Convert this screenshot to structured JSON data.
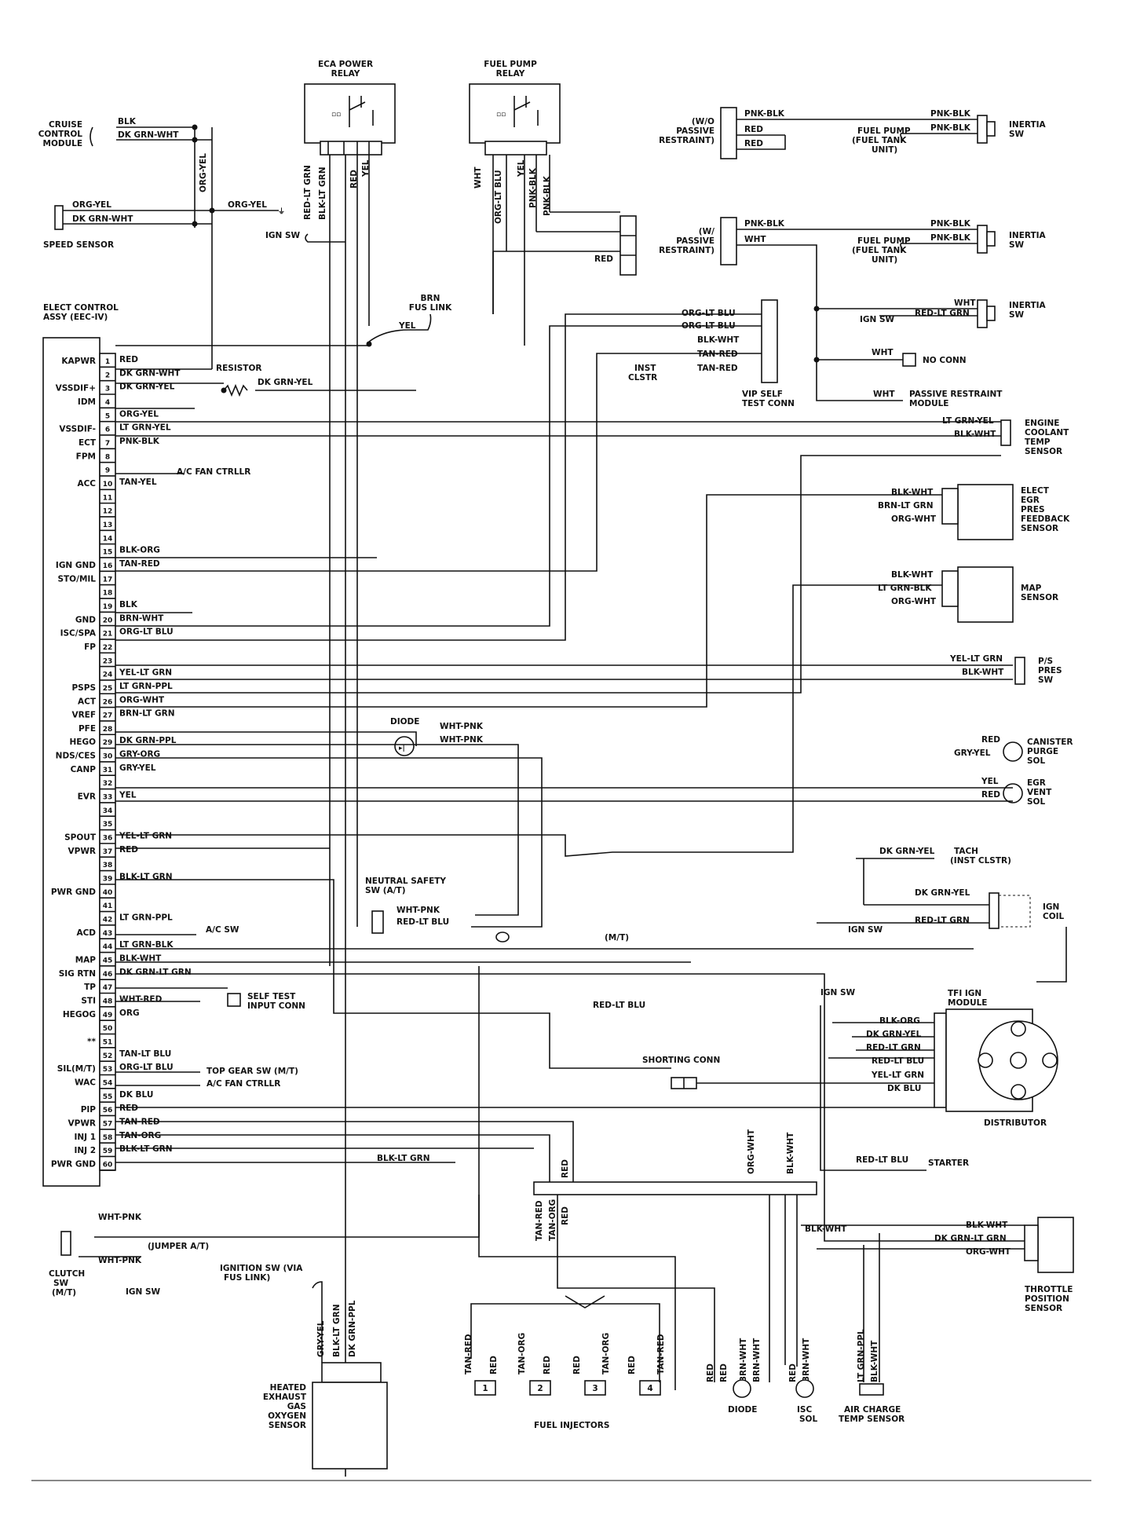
{
  "relays": {
    "eca": "ECA POWER\nRELAY",
    "fuel_pump": "FUEL PUMP\nRELAY",
    "eca_wires": [
      "RED-LT GRN",
      "BLK-LT GRN",
      "RED",
      "YEL"
    ],
    "fp_wires": [
      "WHT",
      "ORG-LT BLU",
      "YEL",
      "PNK-BLK",
      "PNK-BLK"
    ]
  },
  "cruise": {
    "label": "CRUISE\nCONTROL\nMODULE",
    "w1": "BLK",
    "w2": "DK GRN-WHT",
    "vert": "ORG-YEL"
  },
  "speed_sensor": {
    "label": "SPEED SENSOR",
    "w1": "ORG-YEL",
    "w2": "DK GRN-WHT",
    "ground_wire": "ORG-YEL"
  },
  "ign_sw": "IGN SW",
  "eec": {
    "title": "ELECT CONTROL\nASSY (EEC-IV)",
    "pins": [
      {
        "n": "1",
        "name": "KAPWR",
        "wire": "RED"
      },
      {
        "n": "2",
        "name": "",
        "wire": "DK GRN-WHT"
      },
      {
        "n": "3",
        "name": "VSSDIF+",
        "wire": "DK GRN-YEL"
      },
      {
        "n": "4",
        "name": "IDM",
        "wire": ""
      },
      {
        "n": "5",
        "name": "",
        "wire": "ORG-YEL"
      },
      {
        "n": "6",
        "name": "VSSDIF-",
        "wire": "LT GRN-YEL"
      },
      {
        "n": "7",
        "name": "ECT",
        "wire": "PNK-BLK"
      },
      {
        "n": "8",
        "name": "FPM",
        "wire": ""
      },
      {
        "n": "9",
        "name": "",
        "wire": ""
      },
      {
        "n": "10",
        "name": "ACC",
        "wire": "TAN-YEL"
      },
      {
        "n": "11",
        "name": "",
        "wire": ""
      },
      {
        "n": "12",
        "name": "",
        "wire": ""
      },
      {
        "n": "13",
        "name": "",
        "wire": ""
      },
      {
        "n": "14",
        "name": "",
        "wire": ""
      },
      {
        "n": "15",
        "name": "",
        "wire": "BLK-ORG"
      },
      {
        "n": "16",
        "name": "IGN GND",
        "wire": "TAN-RED"
      },
      {
        "n": "17",
        "name": "STO/MIL",
        "wire": ""
      },
      {
        "n": "18",
        "name": "",
        "wire": ""
      },
      {
        "n": "19",
        "name": "",
        "wire": "BLK"
      },
      {
        "n": "20",
        "name": "GND",
        "wire": "BRN-WHT"
      },
      {
        "n": "21",
        "name": "ISC/SPA",
        "wire": "ORG-LT BLU"
      },
      {
        "n": "22",
        "name": "FP",
        "wire": ""
      },
      {
        "n": "23",
        "name": "",
        "wire": ""
      },
      {
        "n": "24",
        "name": "",
        "wire": "YEL-LT GRN"
      },
      {
        "n": "25",
        "name": "PSPS",
        "wire": "LT GRN-PPL"
      },
      {
        "n": "26",
        "name": "ACT",
        "wire": "ORG-WHT"
      },
      {
        "n": "27",
        "name": "VREF",
        "wire": "BRN-LT GRN"
      },
      {
        "n": "28",
        "name": "PFE",
        "wire": ""
      },
      {
        "n": "29",
        "name": "HEGO",
        "wire": "DK GRN-PPL"
      },
      {
        "n": "30",
        "name": "NDS/CES",
        "wire": "GRY-ORG"
      },
      {
        "n": "31",
        "name": "CANP",
        "wire": "GRY-YEL"
      },
      {
        "n": "32",
        "name": "",
        "wire": ""
      },
      {
        "n": "33",
        "name": "EVR",
        "wire": "YEL"
      },
      {
        "n": "34",
        "name": "",
        "wire": ""
      },
      {
        "n": "35",
        "name": "",
        "wire": ""
      },
      {
        "n": "36",
        "name": "SPOUT",
        "wire": "YEL-LT GRN"
      },
      {
        "n": "37",
        "name": "VPWR",
        "wire": "RED"
      },
      {
        "n": "38",
        "name": "",
        "wire": ""
      },
      {
        "n": "39",
        "name": "",
        "wire": "BLK-LT GRN"
      },
      {
        "n": "40",
        "name": "PWR GND",
        "wire": ""
      },
      {
        "n": "41",
        "name": "",
        "wire": ""
      },
      {
        "n": "42",
        "name": "",
        "wire": "LT GRN-PPL"
      },
      {
        "n": "43",
        "name": "ACD",
        "wire": ""
      },
      {
        "n": "44",
        "name": "",
        "wire": "LT GRN-BLK"
      },
      {
        "n": "45",
        "name": "MAP",
        "wire": "BLK-WHT"
      },
      {
        "n": "46",
        "name": "SIG RTN",
        "wire": "DK GRN-LT GRN"
      },
      {
        "n": "47",
        "name": "TP",
        "wire": ""
      },
      {
        "n": "48",
        "name": "STI",
        "wire": "WHT-RED"
      },
      {
        "n": "49",
        "name": "HEGOG",
        "wire": "ORG"
      },
      {
        "n": "50",
        "name": "",
        "wire": ""
      },
      {
        "n": "51",
        "name": "**",
        "wire": ""
      },
      {
        "n": "52",
        "name": "",
        "wire": "TAN-LT BLU"
      },
      {
        "n": "53",
        "name": "SIL(M/T)",
        "wire": "ORG-LT BLU"
      },
      {
        "n": "54",
        "name": "WAC",
        "wire": ""
      },
      {
        "n": "55",
        "name": "",
        "wire": "DK BLU"
      },
      {
        "n": "56",
        "name": "PIP",
        "wire": "RED"
      },
      {
        "n": "57",
        "name": "VPWR",
        "wire": "TAN-RED"
      },
      {
        "n": "58",
        "name": "INJ 1",
        "wire": "TAN-ORG"
      },
      {
        "n": "59",
        "name": "INJ 2",
        "wire": "BLK-LT GRN"
      },
      {
        "n": "60",
        "name": "PWR GND",
        "wire": ""
      }
    ]
  },
  "labels": {
    "resistor": "RESISTOR",
    "brn_fus": "BRN\nFUS LINK",
    "yel": "YEL",
    "a_c_fan": "A/C FAN CTRLLR",
    "diode": "DIODE",
    "wht_pnk": "WHT-PNK",
    "neutral": "NEUTRAL SAFETY\nSW (A/T)",
    "red_lt_blu": "RED-LT BLU",
    "mt": "(M/T)",
    "ac_sw": "A/C SW",
    "self_test": "SELF TEST\nINPUT CONN",
    "top_gear": "TOP GEAR SW (M/T)",
    "shorting": "SHORTING CONN",
    "blk_lt_grn": "BLK-LT GRN",
    "ign_sw_r": "IGN SW",
    "starter": "STARTER",
    "tach": "TACH\n(INST CLSTR)",
    "dk_grn_yel": "DK GRN-YEL",
    "ign_coil": "IGN\nCOIL",
    "tfi": "TFI IGN\nMODULE",
    "distributor": "DISTRIBUTOR",
    "inst_clstr": "INST\nCLSTR",
    "vip": "VIP SELF\nTEST CONN",
    "no_conn": "NO CONN",
    "passive_module": "PASSIVE RESTRAINT\nMODULE",
    "wo_passive": "(W/O\nPASSIVE\nRESTRAINT)",
    "w_passive": "(W/\nPASSIVE\nRESTRAINT)",
    "fuel_pump_unit": "FUEL PUMP\n(FUEL TANK\nUNIT)",
    "inertia": "INERTIA\nSW",
    "ect_sensor": "ENGINE\nCOOLANT\nTEMP\nSENSOR",
    "egr_sensor": "ELECT\nEGR\nPRES\nFEEDBACK\nSENSOR",
    "map_sensor": "MAP\nSENSOR",
    "ps_sw": "P/S\nPRES\nSW",
    "canister": "CANISTER\nPURGE\nSOL",
    "egr_vent": "EGR\nVENT\nSOL",
    "tps": "THROTTLE\nPOSITION\nSENSOR",
    "clutch": "CLUTCH\nSW\n(M/T)",
    "jumper": "(JUMPER A/T)",
    "ignition_via": "IGNITION SW (VIA\nFUS LINK)",
    "heated": "HEATED\nEXHAUST\nGAS\nOXYGEN\nSENSOR",
    "fuel_injectors": "FUEL INJECTORS",
    "diode2": "DIODE",
    "isc": "ISC\nSOL",
    "act_sensor": "AIR CHARGE\nTEMP SENSOR"
  },
  "right_wires": {
    "wo": [
      "PNK-BLK",
      "RED",
      "RED"
    ],
    "wo_r": [
      "PNK-BLK",
      "PNK-BLK"
    ],
    "w": [
      "PNK-BLK",
      "WHT"
    ],
    "w_r": [
      "PNK-BLK",
      "PNK-BLK"
    ],
    "in3": [
      "WHT",
      "RED-LT GRN"
    ],
    "nc": "WHT",
    "prm": "WHT",
    "vip": [
      "ORG-LT BLU",
      "ORG-LT BLU",
      "BLK-WHT",
      "TAN-RED",
      "TAN-RED"
    ],
    "ect": [
      "LT GRN-YEL",
      "BLK-WHT"
    ],
    "egr": [
      "BLK-WHT",
      "BRN-LT GRN",
      "ORG-WHT"
    ],
    "map": [
      "BLK-WHT",
      "LT GRN-BLK",
      "ORG-WHT"
    ],
    "ps": [
      "YEL-LT GRN",
      "BLK-WHT"
    ],
    "can": [
      "RED",
      "GRY-YEL"
    ],
    "vent": [
      "YEL",
      "RED"
    ],
    "tach": "DK GRN-YEL",
    "coil": [
      "DK GRN-YEL",
      "RED-LT GRN"
    ],
    "tfi": [
      "BLK-ORG",
      "DK GRN-YEL",
      "RED-LT GRN",
      "RED-LT BLU",
      "YEL-LT GRN",
      "DK BLU"
    ],
    "starter": "RED-LT BLU",
    "red_lt_blu_mid": "RED-LT BLU",
    "tps": [
      "BLK-WHT",
      "DK GRN-LT GRN",
      "ORG-WHT"
    ],
    "tps_blk": "BLK-WHT"
  },
  "bottom_wires": {
    "clutch": [
      "WHT-PNK",
      "WHT-PNK"
    ],
    "o2": [
      "GRY-YEL",
      "BLK-LT GRN",
      "DK GRN-PPL"
    ],
    "harness": [
      "TAN-RED",
      "TAN-ORG",
      "RED"
    ],
    "red_top": "RED",
    "vert": [
      "ORG-WHT",
      "BLK-WHT"
    ],
    "inj": [
      "TAN-RED",
      "RED",
      "TAN-ORG",
      "RED",
      "RED",
      "TAN-ORG",
      "RED",
      "TAN-RED"
    ],
    "inj_nums": [
      "1",
      "2",
      "3",
      "4"
    ],
    "diode_w": [
      "RED",
      "RED",
      "BRN-WHT",
      "BRN-WHT"
    ],
    "isc_w": [
      "RED",
      "BRN-WHT"
    ],
    "act_w": [
      "LT GRN-PPL",
      "BLK-WHT"
    ]
  }
}
